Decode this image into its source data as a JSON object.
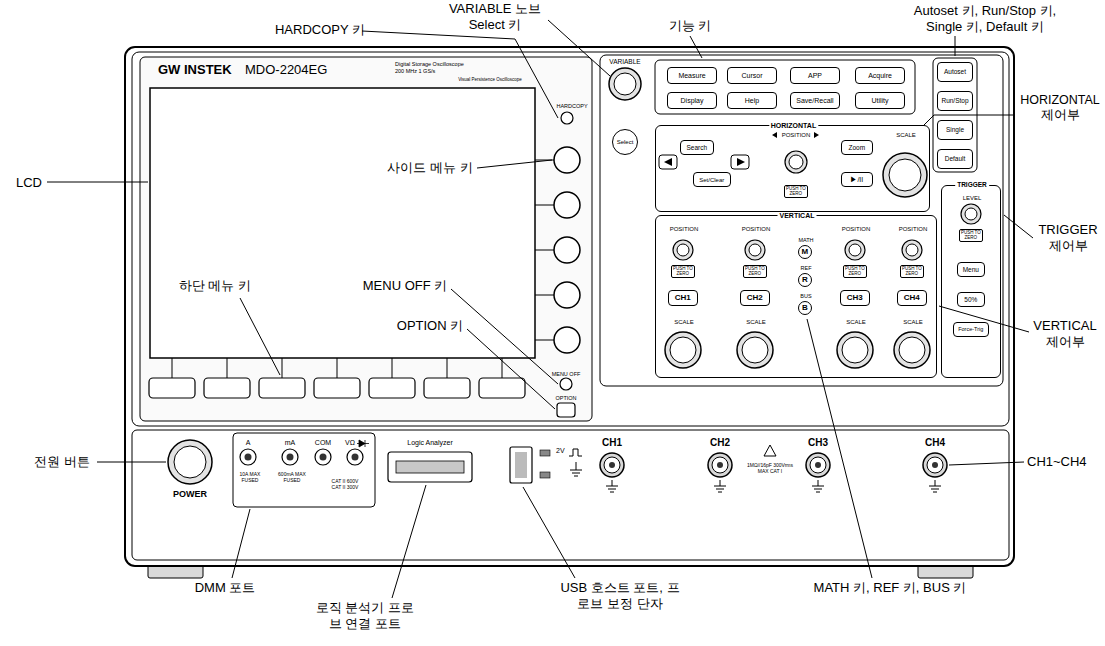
{
  "diagram": {
    "nodes": [
      {
        "text": [
          "Measure"
        ]
      },
      {
        "text": [
          "Cursor"
        ]
      },
      {
        "text": [
          "APP"
        ]
      },
      {
        "text": [
          "Acquire"
        ]
      },
      {
        "text": [
          "Display"
        ]
      },
      {
        "text": [
          "Help"
        ]
      },
      {
        "text": [
          "Save/Recall"
        ]
      },
      {
        "text": [
          "Utility"
        ]
      },
      {
        "text": [
          "Autoset"
        ]
      },
      {
        "text": [
          "Run/Stop"
        ]
      },
      {
        "text": [
          "Single"
        ]
      },
      {
        "text": [
          "Default"
        ]
      },
      {
        "text": [
          "Select"
        ]
      },
      {
        "text": [
          "HORIZONTAL",
          "POSITION",
          "SCALE"
        ]
      },
      {
        "text": [
          "Search"
        ],
        "in": 13
      },
      {
        "text": [
          "Set/Clear"
        ],
        "in": 13
      },
      {
        "text": [
          "Zoom"
        ],
        "in": 13
      },
      {
        "text": [
          "▶/II"
        ],
        "in": 13
      },
      {
        "text": [
          "PUSH TO ZERO"
        ],
        "in": 13
      },
      {
        "text": [
          "VERTICAL",
          "POSITION",
          "POSITION",
          "POSITION",
          "POSITION",
          "MATH",
          "REF",
          "BUS",
          "SCALE",
          "SCALE",
          "SCALE",
          "SCALE"
        ]
      },
      {
        "text": [
          "PUSH TO ZERO"
        ],
        "in": 19
      },
      {
        "text": [
          "PUSH TO ZERO"
        ],
        "in": 19
      },
      {
        "text": [
          "PUSH TO ZERO"
        ],
        "in": 19
      },
      {
        "text": [
          "PUSH TO ZERO"
        ],
        "in": 19
      },
      {
        "text": [
          "CH1"
        ],
        "in": 19
      },
      {
        "text": [
          "CH2"
        ],
        "in": 19
      },
      {
        "text": [
          "CH3"
        ],
        "in": 19
      },
      {
        "text": [
          "CH4"
        ],
        "in": 19
      },
      {
        "text": [
          "M"
        ],
        "in": 19
      },
      {
        "text": [
          "R"
        ],
        "in": 19
      },
      {
        "text": [
          "B"
        ],
        "in": 19
      },
      {
        "text": [
          "TRIGGER",
          "LEVEL"
        ]
      },
      {
        "text": [
          "PUSH TO ZERO"
        ],
        "in": 31
      },
      {
        "text": [
          "Menu"
        ],
        "in": 31
      },
      {
        "text": [
          "50%"
        ],
        "in": 31
      },
      {
        "text": [
          "Force-Trig"
        ],
        "in": 31
      }
    ],
    "labels": [
      "HARDCOPY 키",
      "VARIABLE 노브 Select 키",
      "기능 키",
      "Autoset 키, Run/Stop 키, Single 키, Default 키",
      "HORIZONTAL 제어부",
      "LCD",
      "사이드 메뉴 키",
      "하단 메뉴 키",
      "MENU OFF 키",
      "OPTION 키",
      "TRIGGER 제어부",
      "VERTICAL 제어부",
      "전원 버튼",
      "CH1~CH4",
      "DMM 포트",
      "로직 분석기 프로브 연결 포트",
      "USB 호스트 포트, 프로브 보정 단자",
      "MATH 키, REF 키, BUS 키",
      "GW INSTEK",
      "MDO-2204EG",
      "Digital Storage Oscilloscope",
      "200 MHz 1 GS/s",
      "Visual Persistence Oscilloscope",
      "VARIABLE",
      "HARDCOPY",
      "MENU OFF",
      "OPTION",
      "POWER",
      "A",
      "mA",
      "COM",
      "VΩ",
      "10A MAX FUSED",
      "600mA MAX FUSED",
      "CAT II 600V CAT II 300V",
      "Logic Analyzer",
      "2V",
      "CH1",
      "CH2",
      "CH3",
      "CH4",
      "1MΩ//16pF 300Vrms MAX CAT I"
    ]
  }
}
